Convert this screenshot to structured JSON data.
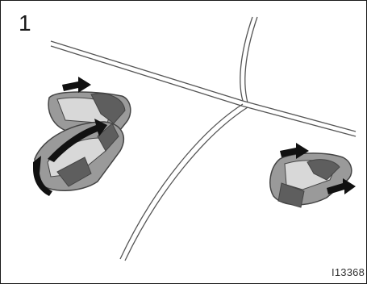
{
  "illustration": {
    "step_number": "1",
    "figure_code": "I13368",
    "colors": {
      "outline": "#444444",
      "part_fill": "#9a9a9a",
      "part_shade": "#5e5e5e",
      "part_light": "#d8d8d8",
      "arrow": "#111111"
    },
    "icons": [
      "seat-belt-buckle-illustration",
      "motion-arrow-icon"
    ]
  }
}
